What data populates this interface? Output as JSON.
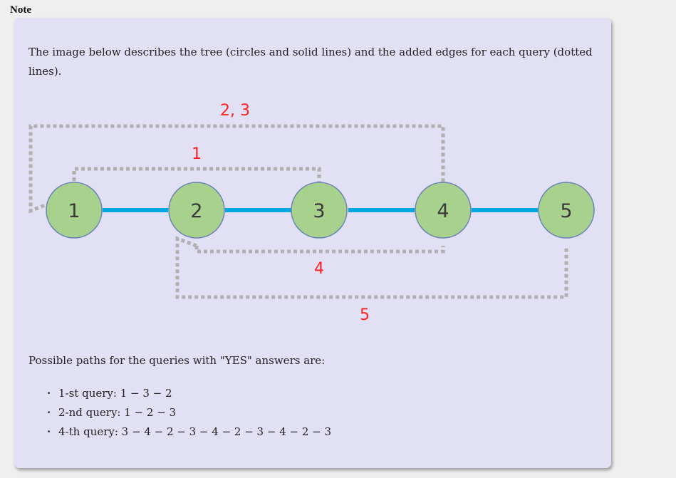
{
  "section_title": "Note",
  "intro": "The image below describes the tree (circles and solid lines) and the added edges for each query (dotted lines).",
  "figure": {
    "nodes": [
      "1",
      "2",
      "3",
      "4",
      "5"
    ],
    "tree_edges": [
      [
        "1",
        "2"
      ],
      [
        "2",
        "3"
      ],
      [
        "3",
        "4"
      ],
      [
        "4",
        "5"
      ]
    ],
    "query_edges": [
      {
        "label": "1",
        "from": "1",
        "to": "3"
      },
      {
        "label": "2, 3",
        "from": "1",
        "to": "4"
      },
      {
        "label": "4",
        "from": "2",
        "to": "4"
      },
      {
        "label": "5",
        "from": "2",
        "to": "5"
      }
    ],
    "colors": {
      "node_fill": "#a9d18e",
      "node_stroke": "#6a82b6",
      "tree_edge": "#00a7e5",
      "dotted_edge": "#b0b0b0",
      "query_label": "#ff2020"
    }
  },
  "paths_intro": "Possible paths for the queries with \"YES\" answers are:",
  "queries": [
    "1-st query: 1 − 3 − 2",
    "2-nd query: 1 − 2 − 3",
    "4-th query: 3 − 4 − 2 − 3 − 4 − 2 − 3 − 4 − 2 − 3"
  ]
}
